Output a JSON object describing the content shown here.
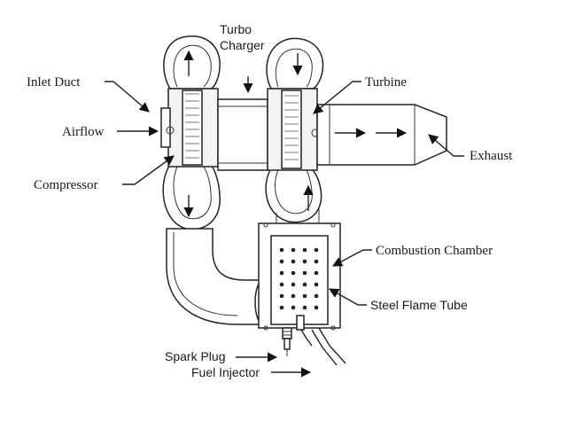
{
  "labels": {
    "turbo_line1": "Turbo",
    "turbo_line2": "Charger",
    "inlet_duct": "Inlet Duct",
    "turbine": "Turbine",
    "airflow": "Airflow",
    "exhaust": "Exhaust",
    "compressor": "Compressor",
    "combustion_chamber": "Combustion Chamber",
    "steel_flame_tube": "Steel Flame Tube",
    "spark_plug": "Spark Plug",
    "fuel_injector": "Fuel Injector"
  },
  "colors": {
    "line": "#222222",
    "background": "#ffffff"
  }
}
